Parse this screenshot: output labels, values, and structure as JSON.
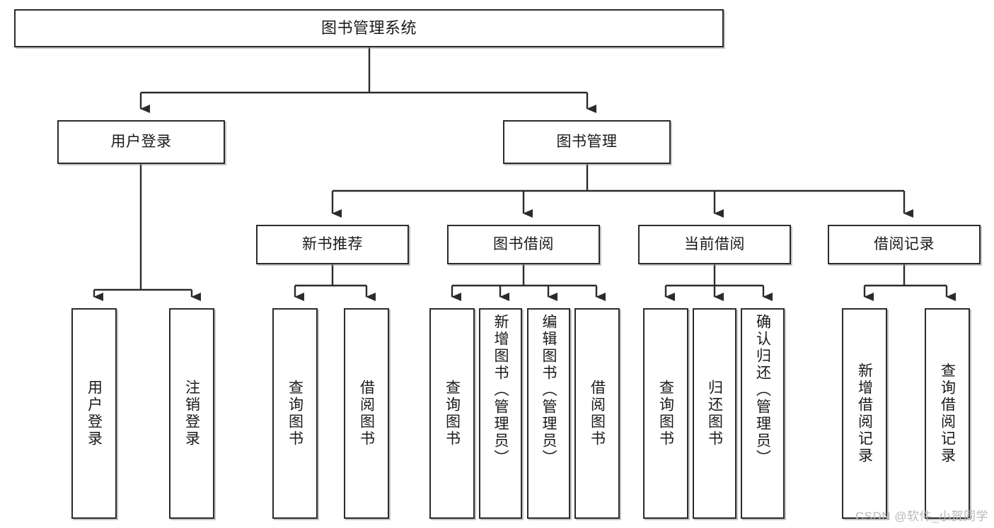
{
  "diagram": {
    "type": "tree-hierarchy",
    "title": "图书管理系统",
    "root": {
      "id": "root",
      "label": "图书管理系统"
    },
    "level2": [
      {
        "id": "user-login",
        "label": "用户登录"
      },
      {
        "id": "book-manage",
        "label": "图书管理"
      }
    ],
    "level3": [
      {
        "id": "new-book-rec",
        "label": "新书推荐",
        "parent": "book-manage"
      },
      {
        "id": "book-borrow",
        "label": "图书借阅",
        "parent": "book-manage"
      },
      {
        "id": "current-borrow",
        "label": "当前借阅",
        "parent": "book-manage"
      },
      {
        "id": "borrow-record",
        "label": "借阅记录",
        "parent": "book-manage"
      }
    ],
    "leaves": [
      {
        "id": "leaf-user-login",
        "label": "用户登录",
        "parent": "user-login"
      },
      {
        "id": "leaf-logout",
        "label": "注销登录",
        "parent": "user-login"
      },
      {
        "id": "leaf-query-book-a",
        "label": "查询图书",
        "parent": "new-book-rec"
      },
      {
        "id": "leaf-borrow-book-a",
        "label": "借阅图书",
        "parent": "new-book-rec"
      },
      {
        "id": "leaf-query-book-b",
        "label": "查询图书",
        "parent": "book-borrow"
      },
      {
        "id": "leaf-add-book",
        "label": "新增图书（管理员）",
        "parent": "book-borrow"
      },
      {
        "id": "leaf-edit-book",
        "label": "编辑图书（管理员）",
        "parent": "book-borrow"
      },
      {
        "id": "leaf-borrow-book-b",
        "label": "借阅图书",
        "parent": "book-borrow"
      },
      {
        "id": "leaf-query-book-c",
        "label": "查询图书",
        "parent": "current-borrow"
      },
      {
        "id": "leaf-return-book",
        "label": "归还图书",
        "parent": "current-borrow"
      },
      {
        "id": "leaf-confirm-return",
        "label": "确认归还（管理员）",
        "parent": "current-borrow"
      },
      {
        "id": "leaf-add-record",
        "label": "新增借阅记录",
        "parent": "borrow-record"
      },
      {
        "id": "leaf-query-record",
        "label": "查询借阅记录",
        "parent": "borrow-record"
      }
    ],
    "colors": {
      "stroke": "#2b2b2b",
      "fill": "#ffffff",
      "text": "#1a1a1a",
      "watermark": "#b8b8b8"
    }
  },
  "watermark": {
    "text": "CSDN @软件_小贺同学"
  }
}
